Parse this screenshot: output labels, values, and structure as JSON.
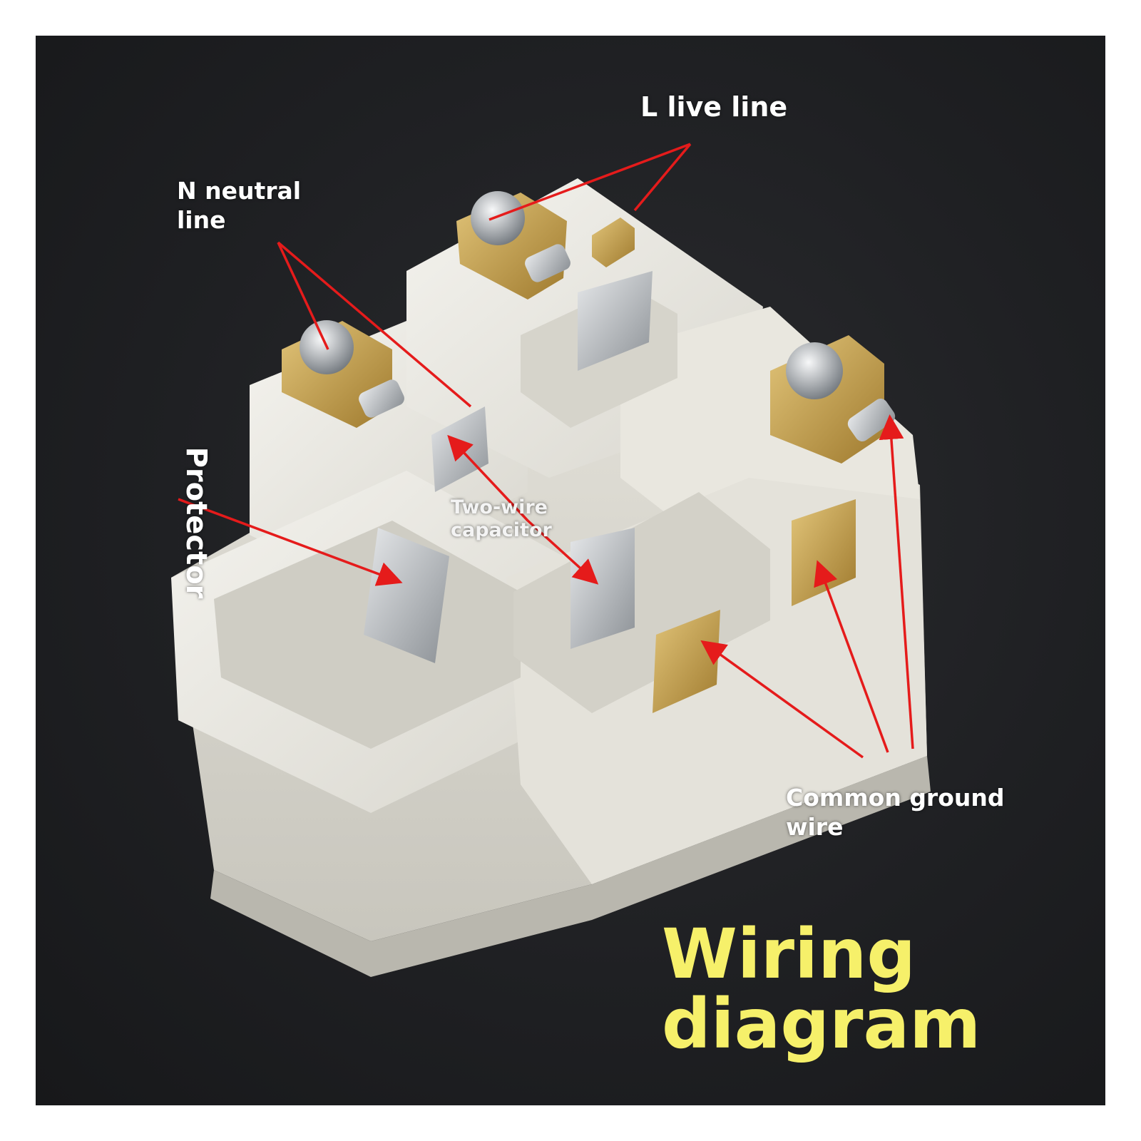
{
  "title": [
    "Wiring",
    "diagram"
  ],
  "labels": {
    "live_line": "L live line",
    "neutral_line": [
      "N neutral",
      "line"
    ],
    "protector": "Protector",
    "two_wire_capacitor": [
      "Two-wire",
      "capacitor"
    ],
    "common_ground_wire": [
      "Common ground",
      "wire"
    ]
  },
  "colors": {
    "background": "#1f2023",
    "label_text": "#ffffff",
    "title_text": "#f6f06a",
    "arrow": "#e51b1b",
    "body": "#ecebe4",
    "brass": "#c9a14a"
  }
}
